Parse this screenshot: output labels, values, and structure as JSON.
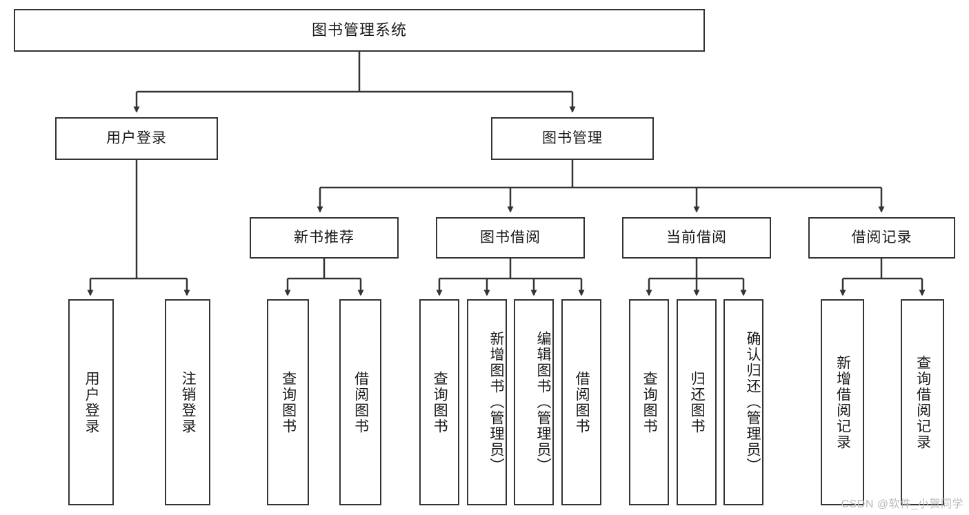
{
  "diagram": {
    "title": "图书管理系统",
    "type": "tree-hierarchy-diagram",
    "root": {
      "id": "root",
      "label": "图书管理系统"
    },
    "level2": [
      {
        "id": "user-login",
        "label": "用户登录"
      },
      {
        "id": "book-management",
        "label": "图书管理"
      }
    ],
    "level3": [
      {
        "id": "new-book-recommend",
        "label": "新书推荐"
      },
      {
        "id": "book-borrow",
        "label": "图书借阅"
      },
      {
        "id": "current-borrow",
        "label": "当前借阅"
      },
      {
        "id": "borrow-record",
        "label": "借阅记录"
      }
    ],
    "leaves": {
      "user_login": [
        {
          "id": "leaf-user-login",
          "label": "用户登录"
        },
        {
          "id": "leaf-user-logout",
          "label": "注销登录"
        }
      ],
      "new_book_recommend": [
        {
          "id": "leaf-query-book-1",
          "label": "查询图书"
        },
        {
          "id": "leaf-borrow-book-1",
          "label": "借阅图书"
        }
      ],
      "book_borrow": [
        {
          "id": "leaf-query-book-2",
          "label": "查询图书"
        },
        {
          "id": "leaf-add-book",
          "label": "新增图书（管理员）"
        },
        {
          "id": "leaf-edit-book",
          "label": "编辑图书（管理员）"
        },
        {
          "id": "leaf-borrow-book-2",
          "label": "借阅图书"
        }
      ],
      "current_borrow": [
        {
          "id": "leaf-query-book-3",
          "label": "查询图书"
        },
        {
          "id": "leaf-return-book",
          "label": "归还图书"
        },
        {
          "id": "leaf-confirm-return",
          "label": "确认归还（管理员）"
        }
      ],
      "borrow_record": [
        {
          "id": "leaf-add-borrow-record",
          "label": "新增借阅记录"
        },
        {
          "id": "leaf-query-borrow-record",
          "label": "查询借阅记录"
        }
      ]
    },
    "colors": {
      "stroke": "#333333",
      "fill": "#ffffff",
      "text": "#1a1a1a",
      "watermark": "#b9b9b9"
    }
  },
  "watermark": {
    "text": "CSDN @软件_小贺同学"
  }
}
